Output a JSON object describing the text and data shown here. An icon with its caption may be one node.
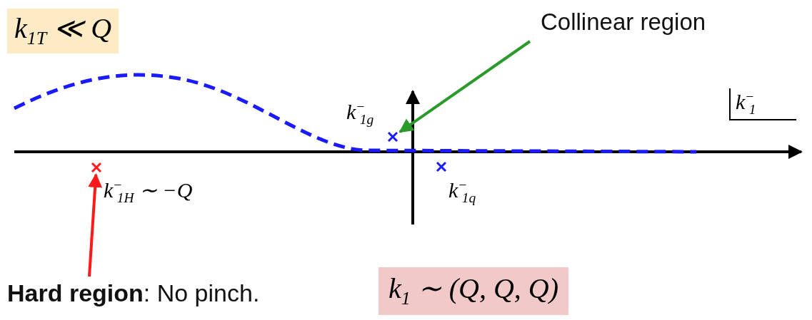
{
  "diagram": {
    "nodes": [
      {
        "text": [
          "Collinear region"
        ]
      },
      {
        "text": [
          "**Hard region**: No pinch."
        ]
      },
      {
        "text": [],
        "shape": "cross",
        "beside": [
          "k$^{−}$$_{1H}$ ∼ −Q"
        ]
      },
      {
        "text": [],
        "shape": "cross",
        "beside": [
          "k$^{−}$$_{1g}$"
        ]
      },
      {
        "text": [],
        "shape": "cross",
        "beside": [
          "k$^{−}$$_{1q}$"
        ]
      }
    ],
    "edges": [
      {
        "from": 0,
        "to": 3,
        "arrow": "to",
        "color": "#2a9a2a"
      },
      {
        "from": 1,
        "to": 2,
        "arrow": "to",
        "color": "#ff1a1a"
      }
    ],
    "labels": [
      "k$_{1T}$ ≪ Q",
      "k$^{−}$$_{1}$",
      "k$_{1}$ ∼ (Q, Q, Q)"
    ]
  }
}
